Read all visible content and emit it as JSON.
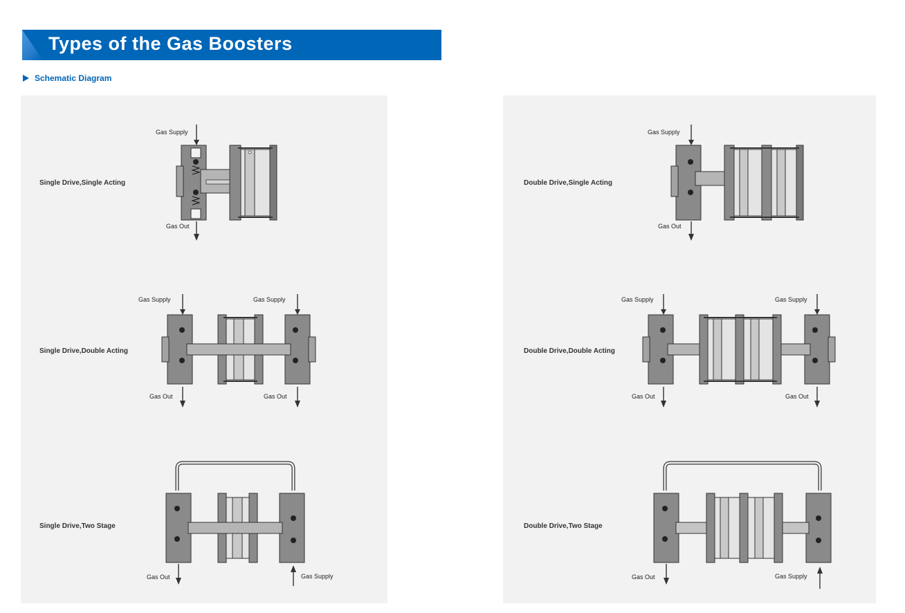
{
  "header": {
    "title": "Types of the Gas Boosters",
    "section": "Schematic Diagram"
  },
  "labels": {
    "gas_supply": "Gas Supply",
    "gas_out": "Gas Out"
  },
  "types": {
    "single_single": "Single Drive,Single Acting",
    "single_double": "Single Drive,Double Acting",
    "single_two": "Single Drive,Two Stage",
    "double_single": "Double Drive,Single Acting",
    "double_double": "Double Drive,Double Acting",
    "double_two": "Double Drive,Two Stage"
  },
  "colors": {
    "brand": "#0066b8",
    "panel": "#f2f2f2",
    "body_dark": "#7d7d7d",
    "body_mid": "#a9a9a9",
    "body_light": "#d0d0d0"
  }
}
